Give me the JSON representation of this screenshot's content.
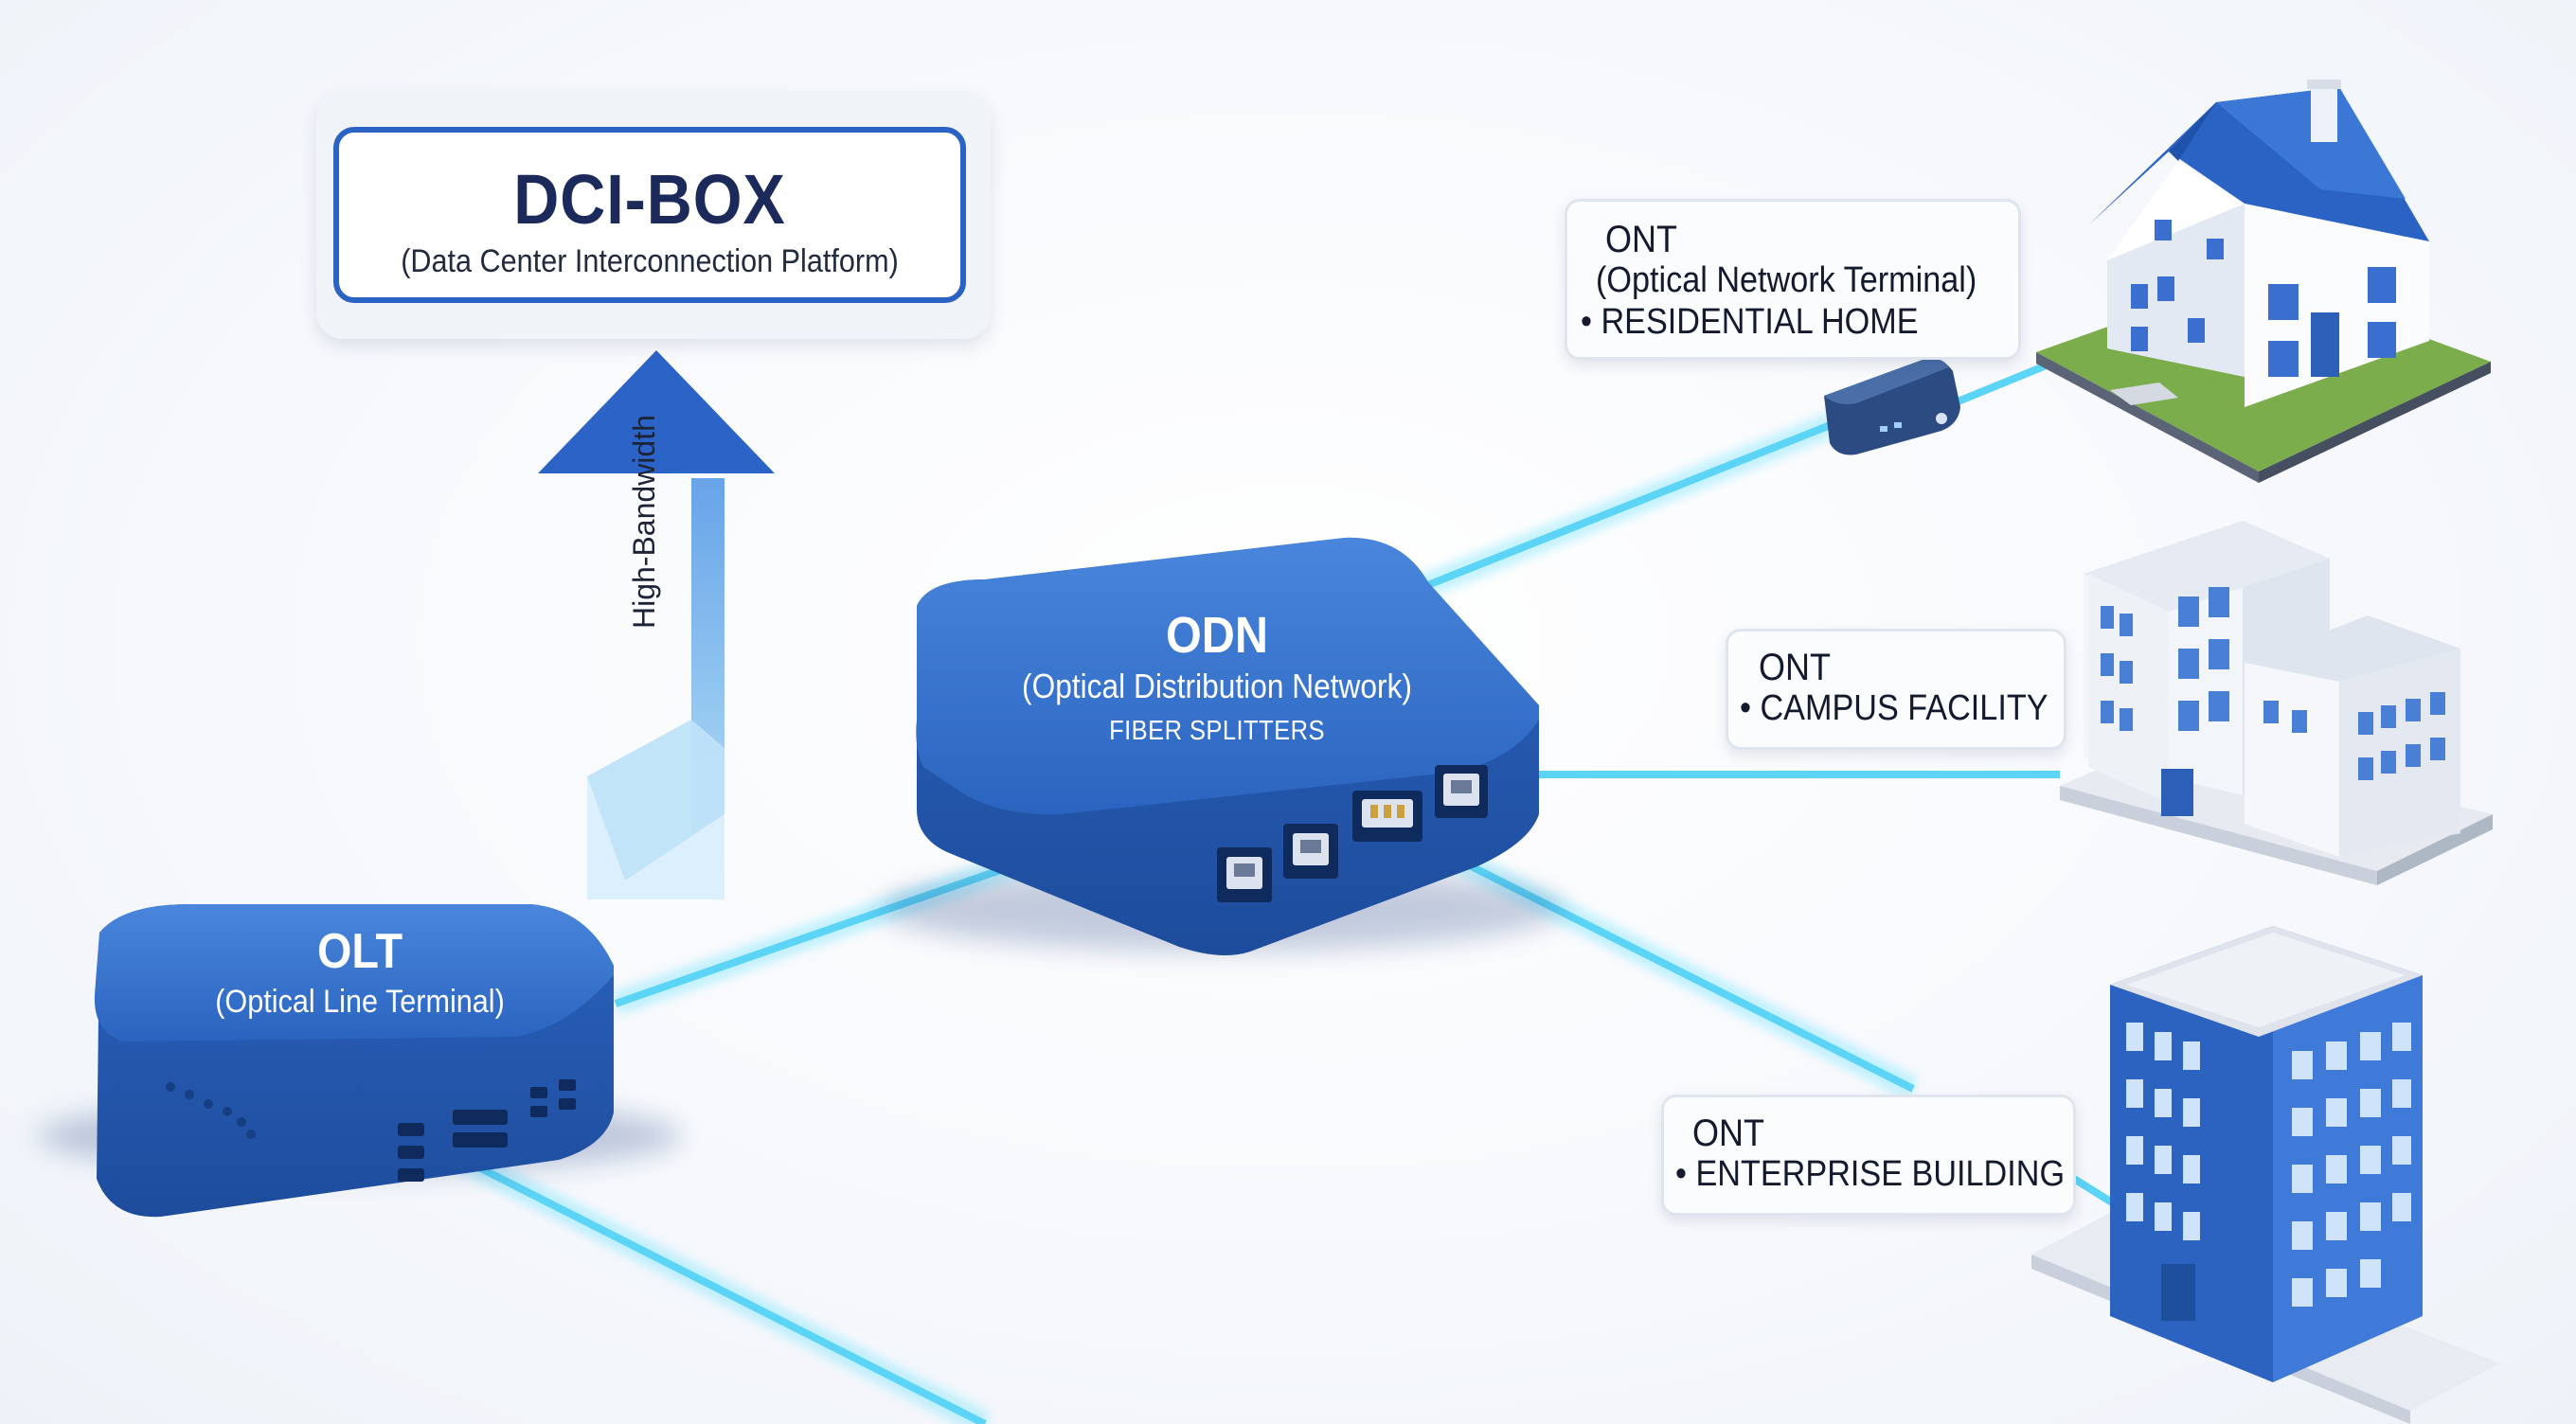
{
  "dci_box": {
    "title": "DCI-BOX",
    "subtitle": "(Data Center Interconnection Platform)"
  },
  "uplink": {
    "label": "High-Bandwidth"
  },
  "olt": {
    "title": "OLT",
    "subtitle": "(Optical Line Terminal)"
  },
  "odn": {
    "title": "ODN",
    "subtitle": "(Optical Distribution Network)",
    "detail": "FIBER SPLITTERS"
  },
  "ont_home": {
    "title": "ONT",
    "subtitle": "(Optical Network Terminal)",
    "bullet": "• RESIDENTIAL HOME"
  },
  "ont_campus": {
    "title": "ONT",
    "bullet": "• CAMPUS FACILITY"
  },
  "ont_enterprise": {
    "title": "ONT",
    "bullet": "• ENTERPRISE BUILDING"
  },
  "colors": {
    "device_blue": "#2d6cc6",
    "fiber_cyan": "#4fd2f5",
    "frame_blue": "#2a63c4"
  }
}
